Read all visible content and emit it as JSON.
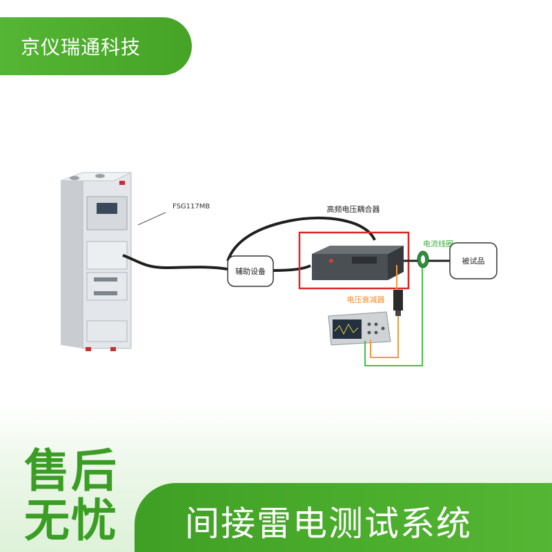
{
  "brand": {
    "name": "京仪瑞通科技"
  },
  "diagram": {
    "generator_label": "FSG117MB",
    "coupler_label": "高频电压耦合器",
    "current_coil_label": "电流线圈",
    "aux_device_label": "辅助设备",
    "eut_label": "被试品",
    "attenuator_label": "电压衰减器"
  },
  "footer": {
    "slogan_line1": "售后",
    "slogan_line2": "无忧",
    "title": "间接雷电测试系统"
  },
  "colors": {
    "brand_green": "#4cae2d",
    "highlight_red": "#e32424",
    "current_label_green": "#3fae3f",
    "attenuator_label_orange": "#f08a2a",
    "wire_green": "#43c043",
    "wire_orange": "#f09a3e"
  }
}
